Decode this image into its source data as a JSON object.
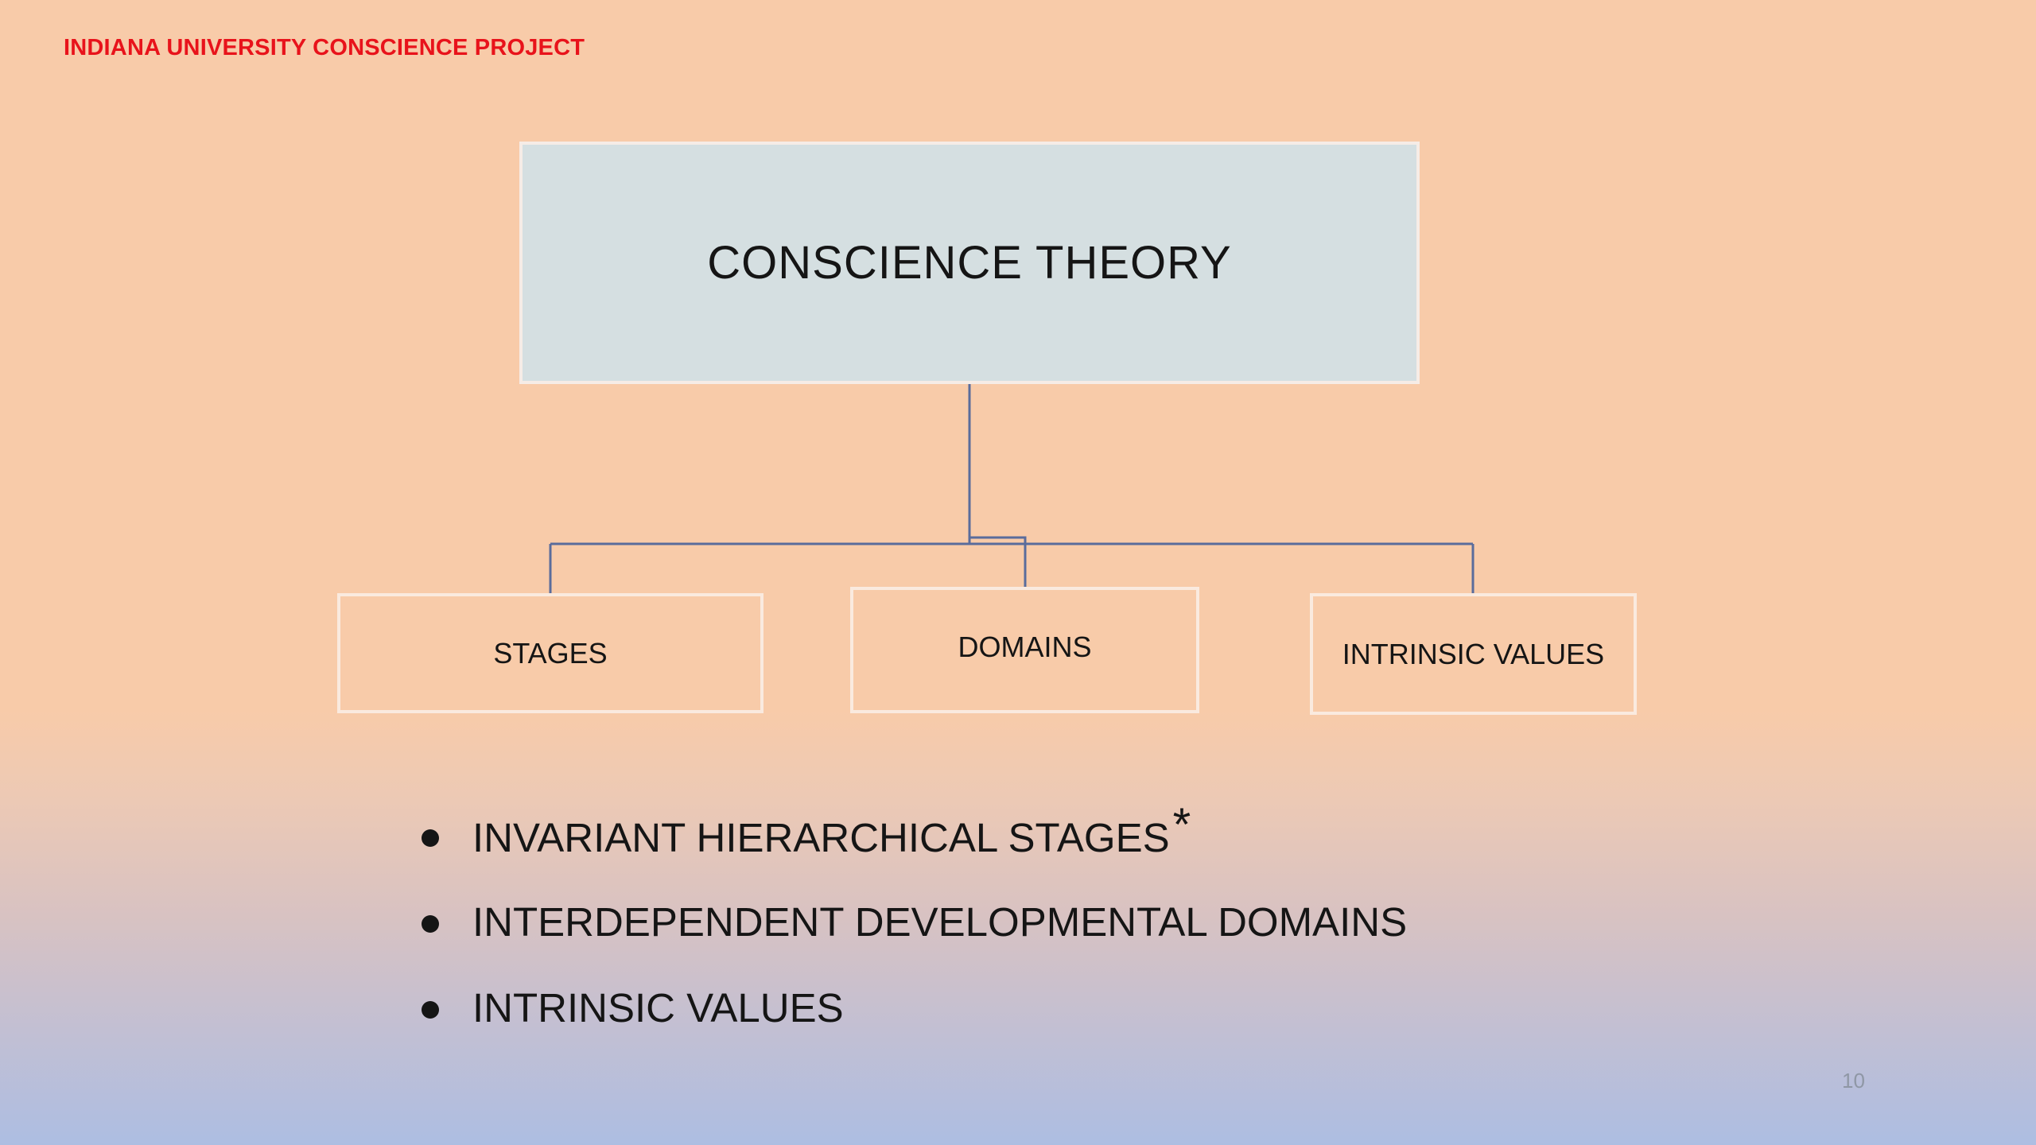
{
  "header": {
    "title": "INDIANA UNIVERSITY CONSCIENCE PROJECT"
  },
  "diagram": {
    "root": "CONSCIENCE THEORY",
    "children": [
      "STAGES",
      "DOMAINS",
      "INTRINSIC VALUES"
    ]
  },
  "bullets": [
    "INVARIANT HIERARCHICAL STAGES",
    "INTERDEPENDENT DEVELOPMENTAL DOMAINS",
    "INTRINSIC VALUES"
  ],
  "footnote_marker": "*",
  "page_number": "10",
  "colors": {
    "header": "#e8131b",
    "connector": "#5a6c9c",
    "root_fill": "#d5dfe1",
    "background_top": "#f8cba9",
    "background_bottom": "#adbee2"
  }
}
